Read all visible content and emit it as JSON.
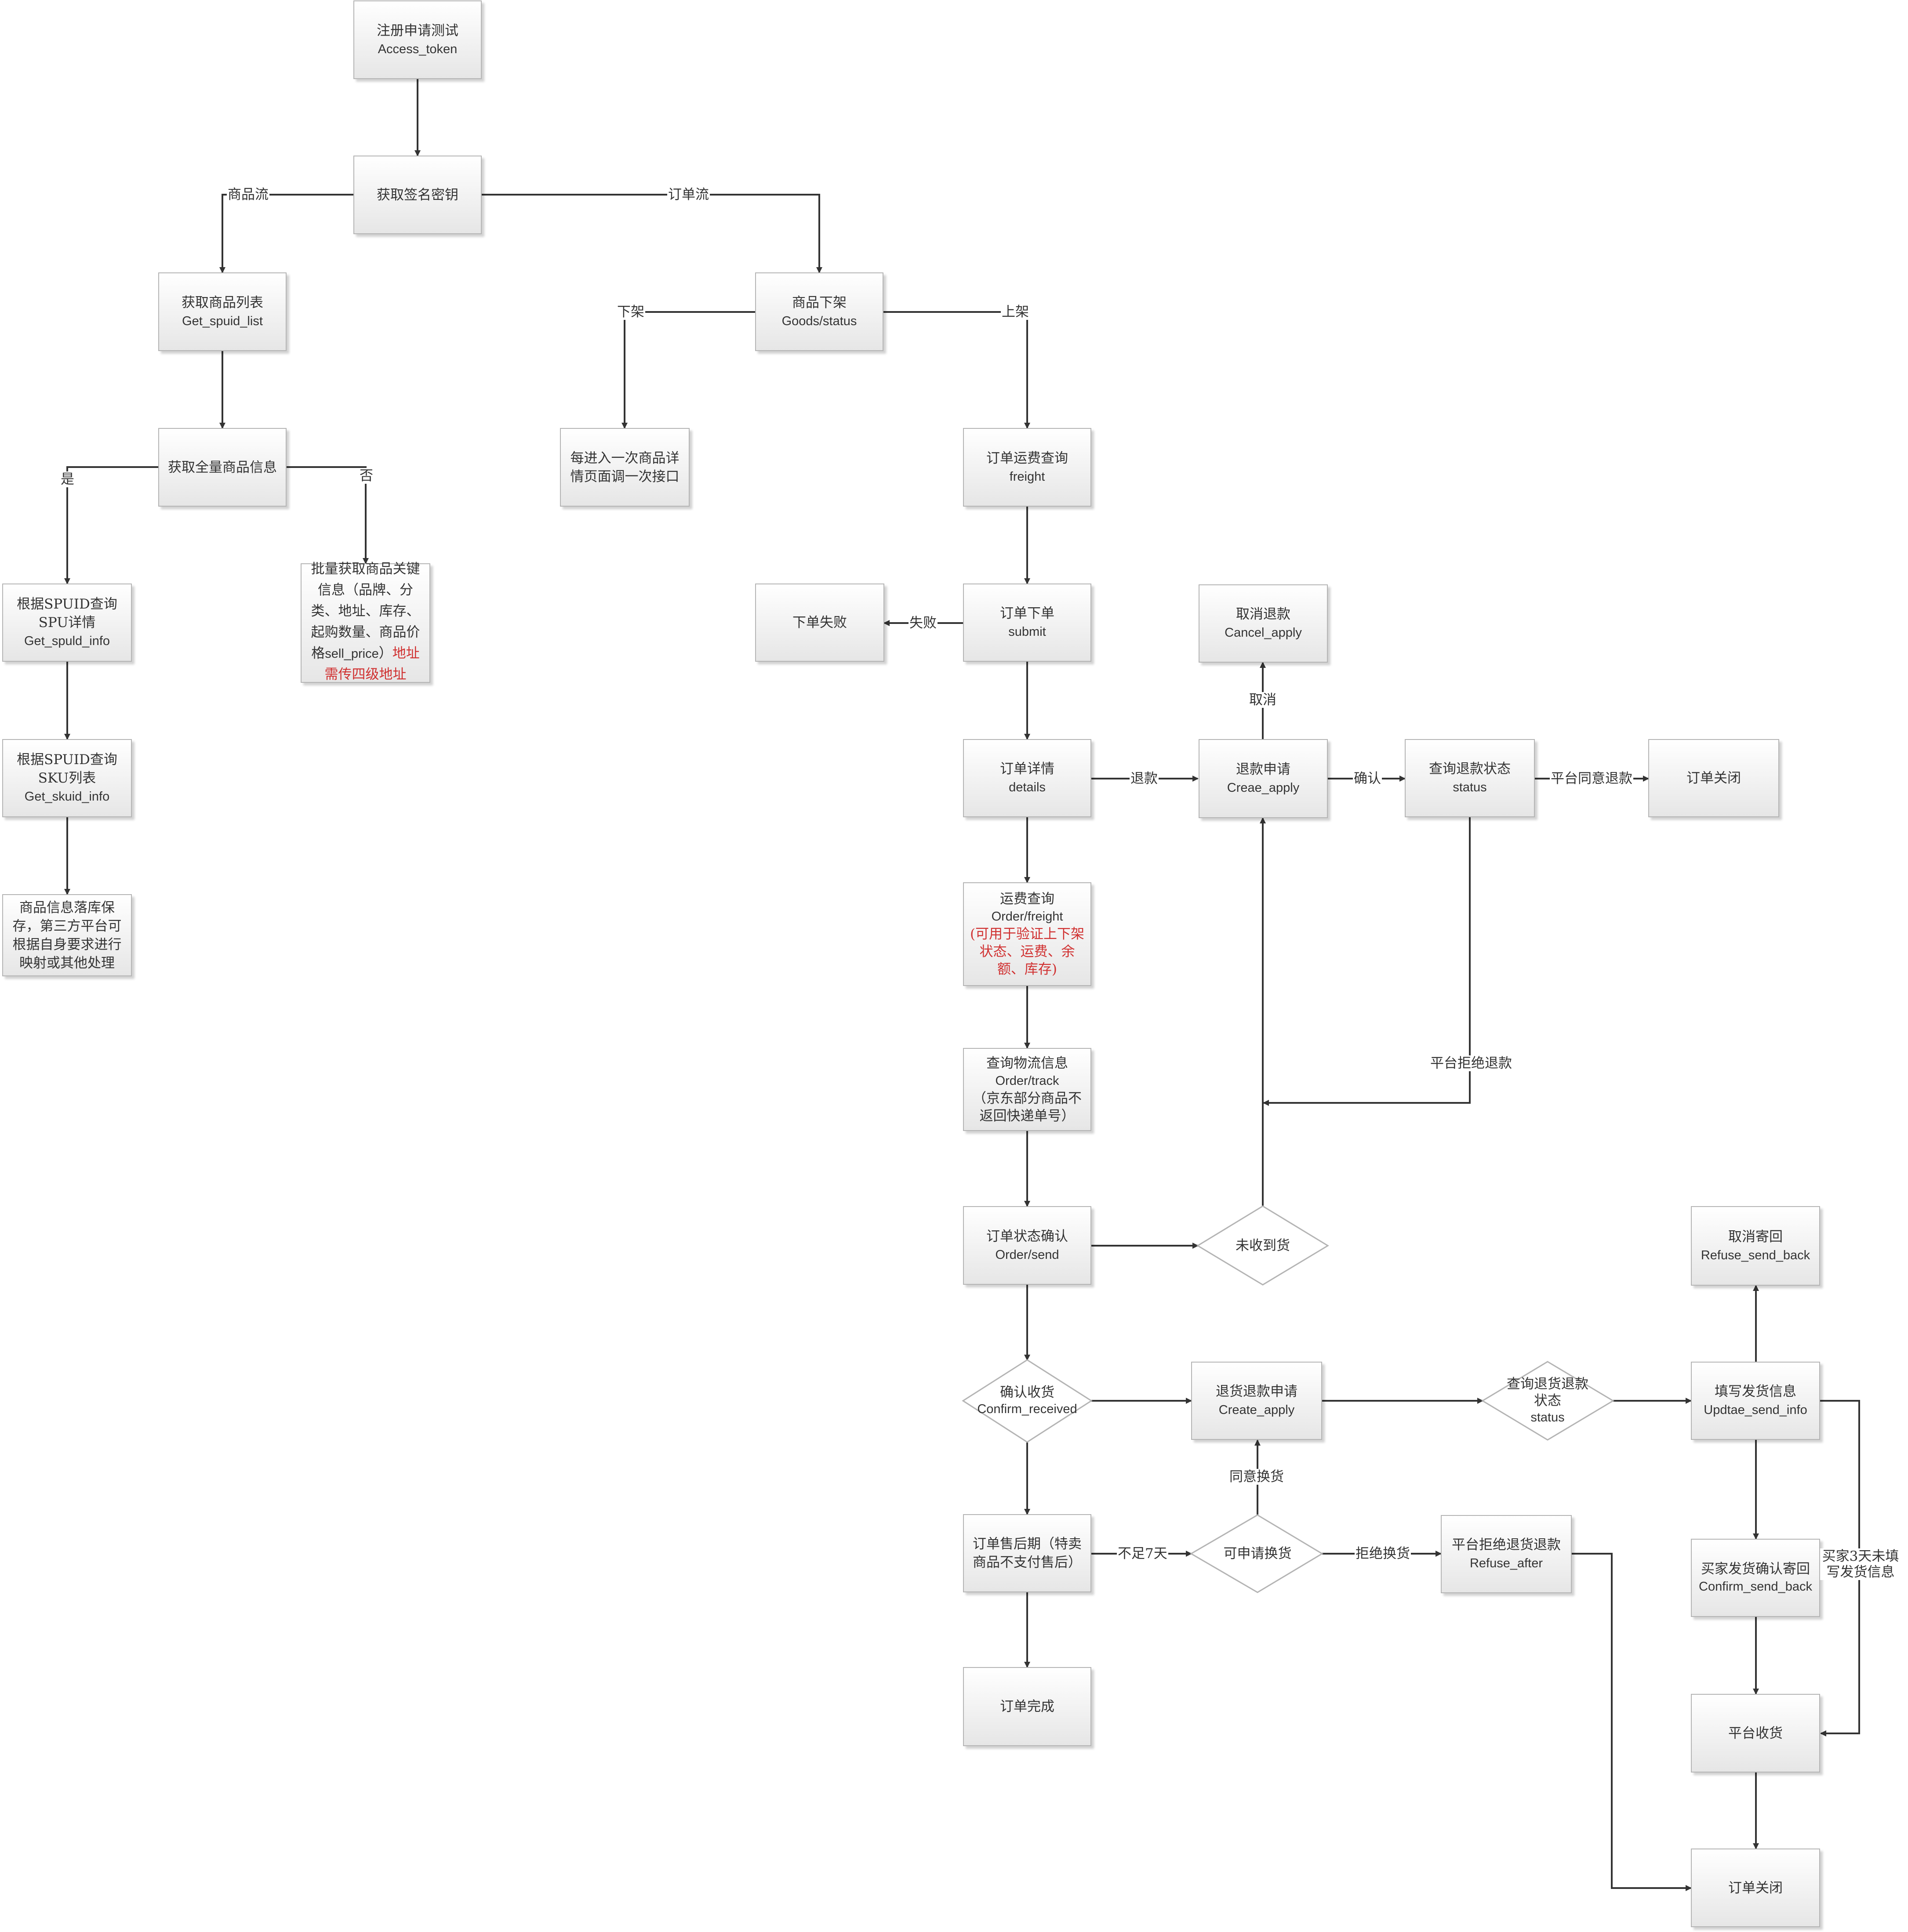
{
  "nodes": {
    "register": {
      "zh": "注册申请测试",
      "en": "Access_token"
    },
    "signature": {
      "zh": "获取签名密钥"
    },
    "spuid_list": {
      "zh": "获取商品列表",
      "en": "Get_spuid_list"
    },
    "goods_status": {
      "zh": "商品下架",
      "en": "Goods/status"
    },
    "all_goods": {
      "zh": "获取全量商品信息"
    },
    "detail_page": {
      "zh": "每进入一次商品详情页面调一次接口"
    },
    "freight": {
      "zh": "订单运费查询",
      "en": "freight"
    },
    "spu_detail": {
      "zh": "根据SPUID查询SPU详情",
      "en": "Get_spuld_info"
    },
    "batch_info": {
      "zh": "批量获取商品关键信息（品牌、分类、地址、库存、起购数量、商品价格",
      "en": "sell_price",
      "zh_tail": "）",
      "red": "地址需传四级地址"
    },
    "order_fail": {
      "zh": "下单失败"
    },
    "submit": {
      "zh": "订单下单",
      "en": "submit"
    },
    "cancel_apply": {
      "zh": "取消退款",
      "en": "Cancel_apply"
    },
    "sku_list": {
      "zh": "根据SPUID查询SKU列表",
      "en": "Get_skuid_info"
    },
    "details": {
      "zh": "订单详情",
      "en": "details"
    },
    "create_apply": {
      "zh": "退款申请",
      "en": "Creae_apply"
    },
    "refund_status": {
      "zh": "查询退款状态",
      "en": "status"
    },
    "order_close_1": {
      "zh": "订单关闭"
    },
    "goods_save": {
      "zh": "商品信息落库保存，第三方平台可根据自身要求进行映射或其他处理"
    },
    "order_freight": {
      "zh": "运费查询",
      "en": "Order/freight",
      "red": "(可用于验证上下架状态、运费、余额、库存)"
    },
    "track": {
      "zh": "查询物流信息",
      "en": "Order/track",
      "zh2": "（京东部分商品不返回快递单号）"
    },
    "order_send": {
      "zh": "订单状态确认",
      "en": "Order/send"
    },
    "not_received": {
      "zh": "未收到货"
    },
    "cancel_send_back": {
      "zh": "取消寄回",
      "en": "Refuse_send_back"
    },
    "confirm_received": {
      "zh": "确认收货",
      "en": "Confirm_received"
    },
    "return_apply": {
      "zh": "退货退款申请",
      "en": "Create_apply"
    },
    "return_status": {
      "zh": "查询退货退款状态",
      "en": "status"
    },
    "send_info": {
      "zh": "填写发货信息",
      "en": "Updtae_send_info"
    },
    "after_sale": {
      "zh": "订单售后期（特卖商品不支付售后）"
    },
    "can_exchange": {
      "zh": "可申请换货"
    },
    "refuse_after": {
      "zh": "平台拒绝退货退款",
      "en": "Refuse_after"
    },
    "confirm_send_back": {
      "zh": "买家发货确认寄回",
      "en": "Confirm_send_back"
    },
    "order_done": {
      "zh": "订单完成"
    },
    "platform_receive": {
      "zh": "平台收货"
    },
    "order_close_2": {
      "zh": "订单关闭"
    }
  },
  "edge_labels": {
    "goods_flow": "商品流",
    "order_flow": "订单流",
    "off_shelf": "下架",
    "on_shelf": "上架",
    "yes": "是",
    "no": "否",
    "fail": "失败",
    "cancel": "取消",
    "refund": "退款",
    "confirm": "确认",
    "platform_agree": "平台同意退款",
    "platform_reject": "平台拒绝退款",
    "agree_exchange": "同意换货",
    "less_7_days": "不足7天",
    "reject_exchange": "拒绝换货",
    "buyer_3_days": "买家3天未填写发货信息"
  },
  "colors": {
    "line": "#333333",
    "border": "#b4b4b4",
    "red_text": "#d03030"
  }
}
